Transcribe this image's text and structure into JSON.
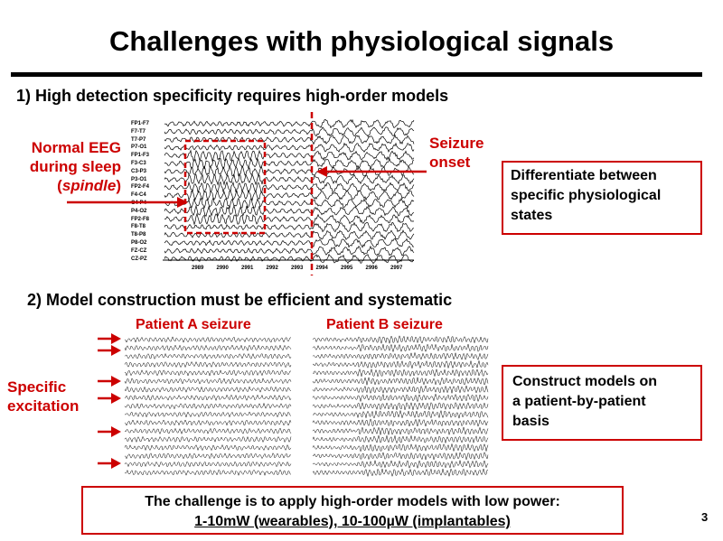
{
  "slide": {
    "title": "Challenges with physiological signals",
    "page_number": "3"
  },
  "section1": {
    "heading": "1) High detection specificity requires high-order models",
    "normal_eeg_line1": "Normal EEG",
    "normal_eeg_line2": "during sleep",
    "normal_eeg_line3_open": "(",
    "normal_eeg_line3_em": "spindle",
    "normal_eeg_line3_close": ")",
    "seizure_onset_line1": "Seizure",
    "seizure_onset_line2": "onset",
    "box_line1": "Differentiate between",
    "box_line2": "specific physiological",
    "box_line3": "states",
    "eeg_channels": [
      "FP1-F7",
      "F7-T7",
      "T7-P7",
      "P7-O1",
      "FP1-F3",
      "F3-C3",
      "C3-P3",
      "P3-O1",
      "FP2-F4",
      "F4-C4",
      "C4-P4",
      "P4-O2",
      "FP2-F8",
      "F8-T8",
      "T8-P8",
      "P8-O2",
      "FZ-CZ",
      "CZ-PZ"
    ],
    "eeg_time_ticks": [
      "2989",
      "2990",
      "2991",
      "2992",
      "2993",
      "2994",
      "2995",
      "2996",
      "2997"
    ]
  },
  "section2": {
    "heading": "2) Model construction must be efficient and systematic",
    "patient_a_label": "Patient A seizure",
    "patient_b_label": "Patient B seizure",
    "excitation_line1": "Specific",
    "excitation_line2": "excitation",
    "box_line1": "Construct models on",
    "box_line2": "a patient-by-patient",
    "box_line3": "basis"
  },
  "challenge": {
    "line1": "The challenge is to apply high-order models with low power:",
    "line2": "1-10mW (wearables), 10-100µW (implantables)"
  },
  "colors": {
    "accent_red": "#cc0000",
    "text": "#000000"
  }
}
